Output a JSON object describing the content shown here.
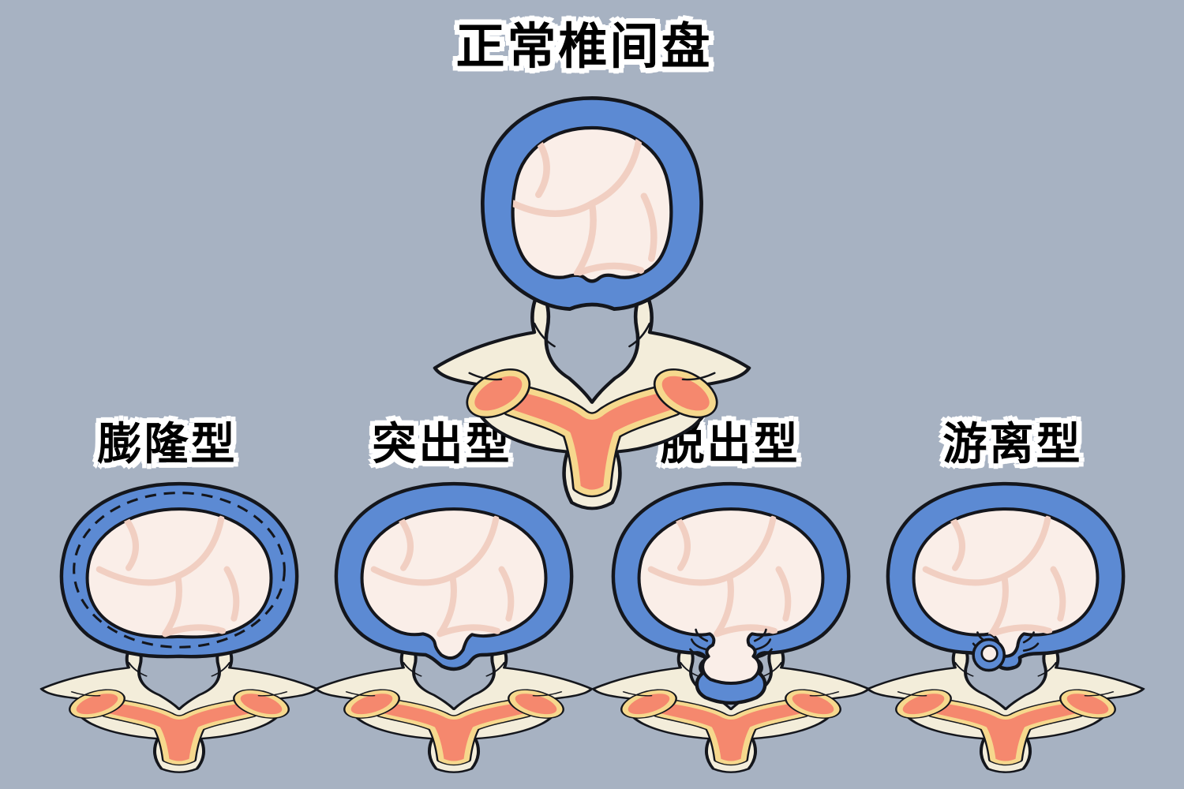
{
  "title": "正常椎间盘",
  "labels": [
    "膨隆型",
    "突出型",
    "脱出型",
    "游离型"
  ],
  "figures": [
    {
      "id": "normal",
      "label": "正常椎间盘"
    },
    {
      "id": "bulging",
      "label": "膨隆型"
    },
    {
      "id": "protrusion",
      "label": "突出型"
    },
    {
      "id": "extrusion",
      "label": "脱出型"
    },
    {
      "id": "sequestration",
      "label": "游离型"
    }
  ],
  "colors": {
    "background": "#a7b2c2",
    "annulus-blue": "#5c8ad3",
    "nucleus-pink": "#faeee8",
    "nucleus-lines": "#f1cfc2",
    "bone-cream": "#f3edda",
    "cartilage-yellow": "#f6d88d",
    "muscle-orange": "#f5886e",
    "outline": "#14161c",
    "label-text": "#000000",
    "label-outline": "#ffffff"
  }
}
